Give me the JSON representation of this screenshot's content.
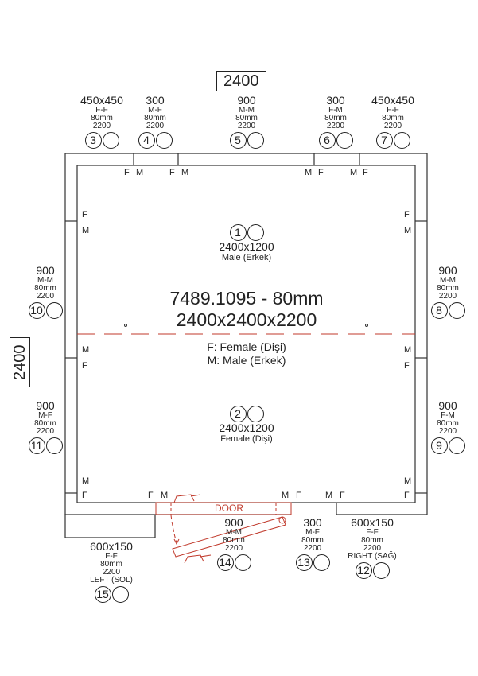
{
  "dimensions": {
    "width": "2400",
    "depth": "2400"
  },
  "title": {
    "code": "7489.1095 - 80mm",
    "size": "2400x2400x2200"
  },
  "legend": {
    "female": "F: Female (Dişi)",
    "male": "M: Male (Erkek)"
  },
  "floor": [
    {
      "num": "1",
      "size": "2400x1200",
      "desc": "Male (Erkek)"
    },
    {
      "num": "2",
      "size": "2400x1200",
      "desc": "Female (Dişi)"
    }
  ],
  "door_label": "DOOR",
  "panels": [
    {
      "num": "3",
      "size": "450x450",
      "joint": "F-F",
      "thickness": "80mm",
      "height": "2200"
    },
    {
      "num": "4",
      "size": "300",
      "joint": "M-F",
      "thickness": "80mm",
      "height": "2200"
    },
    {
      "num": "5",
      "size": "900",
      "joint": "M-M",
      "thickness": "80mm",
      "height": "2200"
    },
    {
      "num": "6",
      "size": "300",
      "joint": "F-M",
      "thickness": "80mm",
      "height": "2200"
    },
    {
      "num": "7",
      "size": "450x450",
      "joint": "F-F",
      "thickness": "80mm",
      "height": "2200"
    },
    {
      "num": "8",
      "size": "900",
      "joint": "M-M",
      "thickness": "80mm",
      "height": "2200"
    },
    {
      "num": "9",
      "size": "900",
      "joint": "F-M",
      "thickness": "80mm",
      "height": "2200"
    },
    {
      "num": "10",
      "size": "900",
      "joint": "M-M",
      "thickness": "80mm",
      "height": "2200"
    },
    {
      "num": "11",
      "size": "900",
      "joint": "M-F",
      "thickness": "80mm",
      "height": "2200"
    },
    {
      "num": "12",
      "size": "600x150",
      "joint": "F-F",
      "thickness": "80mm",
      "height": "2200",
      "side": "RIGHT (SAĞ)"
    },
    {
      "num": "13",
      "size": "300",
      "joint": "M-F",
      "thickness": "80mm",
      "height": "2200"
    },
    {
      "num": "14",
      "size": "900",
      "joint": "M-M",
      "thickness": "80mm",
      "height": "2200"
    },
    {
      "num": "15",
      "size": "600x150",
      "joint": "F-F",
      "thickness": "80mm",
      "height": "2200",
      "side": "LEFT (SOL)"
    }
  ],
  "joint_marks": {
    "f": "F",
    "m": "M"
  }
}
